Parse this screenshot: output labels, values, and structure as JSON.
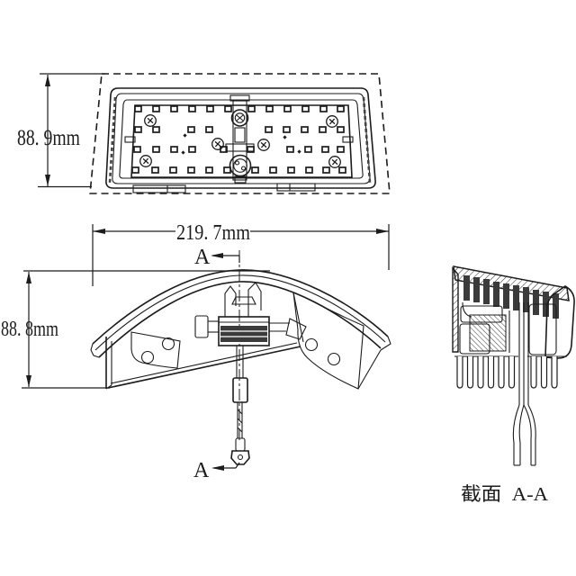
{
  "drawing": {
    "top_view": {
      "height_dimension_label": "88. 9mm"
    },
    "front_view": {
      "width_dimension_label": "219. 7mm",
      "height_dimension_label": "88. 8mm",
      "section_arrow_top_label": "A",
      "section_arrow_bottom_label": "A"
    },
    "section_view": {
      "caption": "截面  A-A"
    },
    "colors": {
      "ink": "#1c1c1c",
      "background": "#ffffff",
      "led_fill": "#3b3b3b"
    }
  }
}
